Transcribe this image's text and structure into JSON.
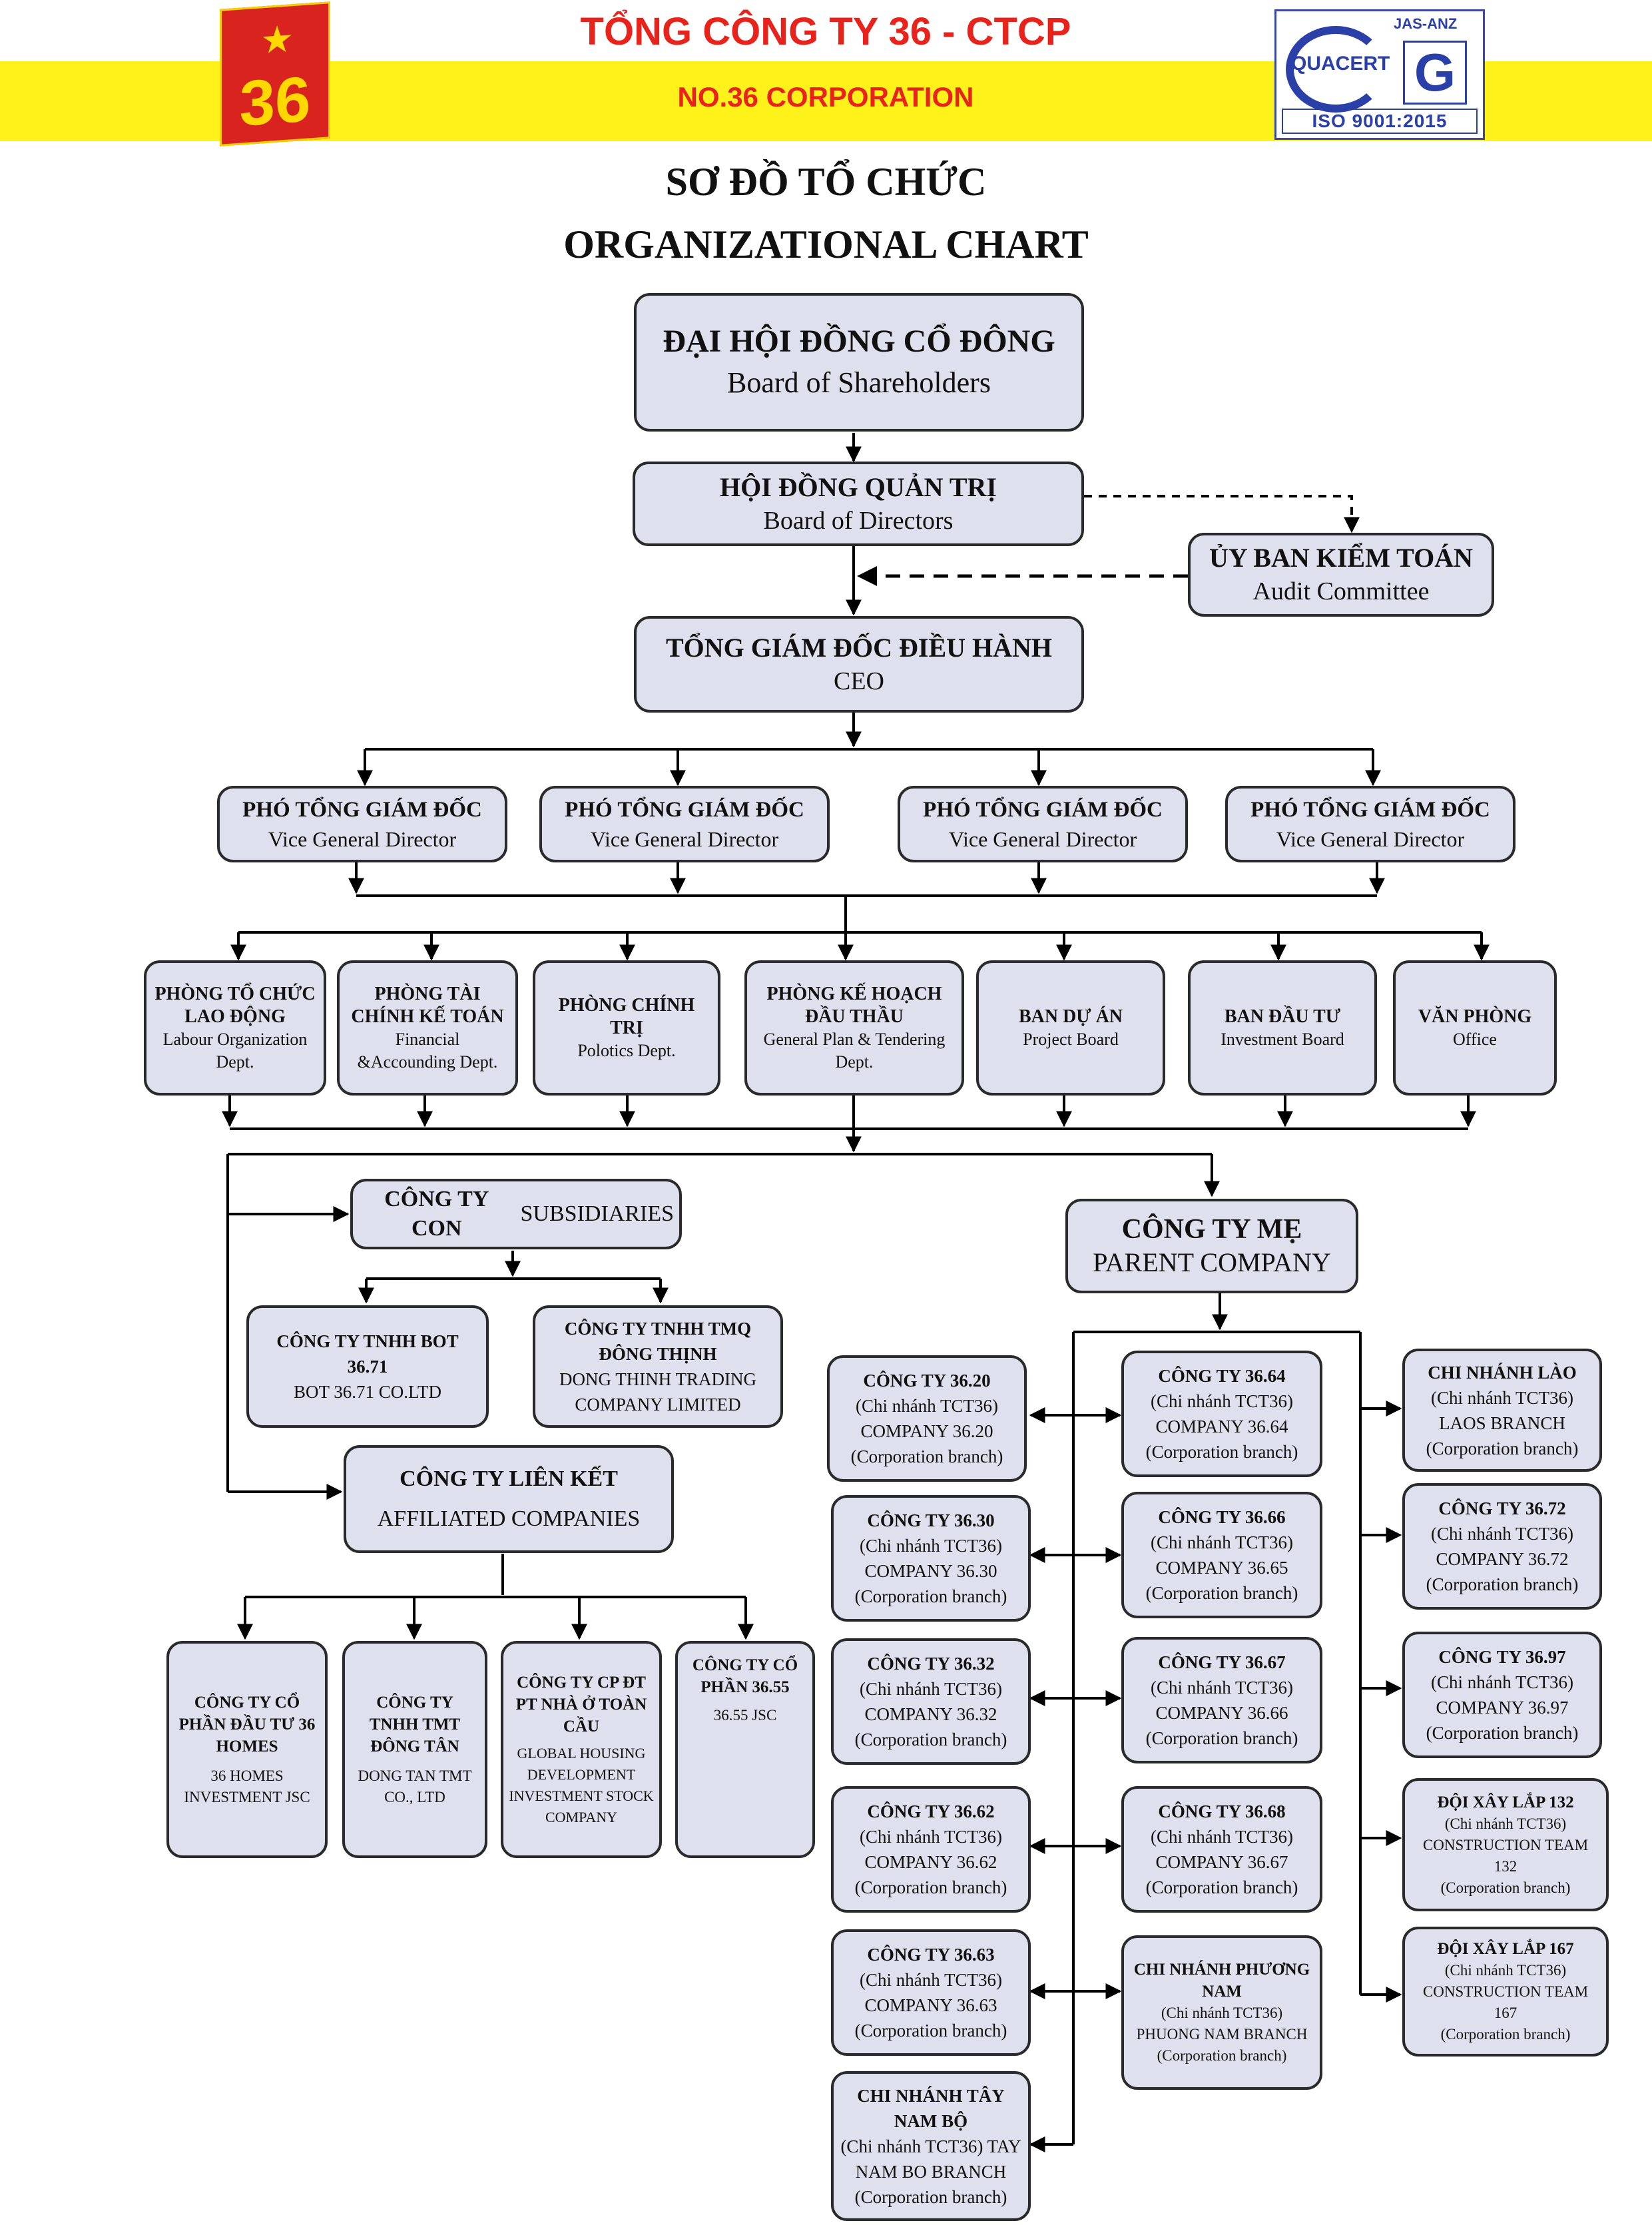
{
  "header": {
    "logo_number": "36",
    "company_vn": "TỔNG CÔNG TY 36 - CTCP",
    "company_en": "NO.36 CORPORATION",
    "cert_brand": "QUACERT",
    "cert_accreditor": "JAS-ANZ",
    "cert_standard": "ISO 9001:2015",
    "band_color": "#fff21a",
    "brand_red": "#d9231e"
  },
  "title": {
    "vn": "SƠ ĐỒ TỔ CHỨC",
    "en": "ORGANIZATIONAL CHART"
  },
  "style": {
    "box_fill": "#dfe0ee",
    "line_color": "#000000"
  },
  "nodes": {
    "shareholders": {
      "vn": "ĐẠI HỘI ĐỒNG CỔ ĐÔNG",
      "en": "Board of Shareholders"
    },
    "directors": {
      "vn": "HỘI ĐỒNG QUẢN TRỊ",
      "en": "Board of Directors"
    },
    "audit": {
      "vn": "ỦY BAN KIỂM TOÁN",
      "en": "Audit Committee"
    },
    "ceo": {
      "vn": "TỔNG GIÁM ĐỐC ĐIỀU HÀNH",
      "en": "CEO"
    },
    "vgd": [
      {
        "vn": "PHÓ TỔNG GIÁM ĐỐC",
        "en": "Vice General Director"
      },
      {
        "vn": "PHÓ TỔNG GIÁM ĐỐC",
        "en": "Vice General Director"
      },
      {
        "vn": "PHÓ TỔNG GIÁM ĐỐC",
        "en": "Vice General Director"
      },
      {
        "vn": "PHÓ TỔNG GIÁM ĐỐC",
        "en": "Vice General Director"
      }
    ],
    "depts": [
      {
        "vn": "PHÒNG TỔ CHỨC LAO ĐỘNG",
        "en": "Labour Organization Dept."
      },
      {
        "vn": "PHÒNG TÀI CHÍNH KẾ TOÁN",
        "en": "Financial &Accounding Dept."
      },
      {
        "vn": "PHÒNG CHÍNH TRỊ",
        "en": "Polotics Dept."
      },
      {
        "vn": "PHÒNG KẾ HOẠCH ĐẦU THẦU",
        "en": "General Plan & Tendering Dept."
      },
      {
        "vn": "BAN DỰ ÁN",
        "en": "Project Board"
      },
      {
        "vn": "BAN ĐẦU TƯ",
        "en": "Investment Board"
      },
      {
        "vn": "VĂN PHÒNG",
        "en": "Office"
      }
    ],
    "subsidiaries": {
      "vn": "CÔNG TY CON",
      "en": "SUBSIDIARIES"
    },
    "sub_items": [
      {
        "vn": "CÔNG TY TNHH BOT 36.71",
        "en": "BOT 36.71 CO.LTD"
      },
      {
        "vn": "CÔNG TY TNHH TMQ ĐÔNG THỊNH",
        "en": "DONG THINH TRADING COMPANY LIMITED"
      }
    ],
    "affiliated": {
      "vn": "CÔNG TY LIÊN KẾT",
      "en": "AFFILIATED COMPANIES"
    },
    "aff_items": [
      {
        "vn": "CÔNG TY CỔ PHẦN ĐẦU TƯ 36 HOMES",
        "en": "36 HOMES INVESTMENT JSC"
      },
      {
        "vn": "CÔNG TY TNHH TMT ĐÔNG TÂN",
        "en": "DONG TAN TMT CO., LTD"
      },
      {
        "vn": "CÔNG TY CP ĐT PT NHÀ Ở TOÀN CẦU",
        "en": "GLOBAL HOUSING DEVELOPMENT INVESTMENT STOCK COMPANY"
      },
      {
        "vn": "CÔNG TY CỔ PHẦN 36.55",
        "en": "36.55 JSC"
      }
    ],
    "parent": {
      "vn": "CÔNG TY MẸ",
      "en": "PARENT COMPANY"
    },
    "left_branches": [
      {
        "vn": "CÔNG TY 36.20",
        "l1": "(Chi nhánh TCT36)",
        "l2": "COMPANY 36.20",
        "l3": "(Corporation branch)"
      },
      {
        "vn": "CÔNG TY 36.30",
        "l1": "(Chi nhánh TCT36)",
        "l2": "COMPANY 36.30",
        "l3": "(Corporation branch)"
      },
      {
        "vn": "CÔNG TY 36.32",
        "l1": "(Chi nhánh TCT36)",
        "l2": "COMPANY 36.32",
        "l3": "(Corporation branch)"
      },
      {
        "vn": "CÔNG TY 36.62",
        "l1": "(Chi nhánh TCT36)",
        "l2": "COMPANY 36.62",
        "l3": "(Corporation branch)"
      },
      {
        "vn": "CÔNG TY 36.63",
        "l1": "(Chi nhánh TCT36)",
        "l2": "COMPANY 36.63",
        "l3": "(Corporation branch)"
      },
      {
        "vn": "CHI NHÁNH TÂY NAM BỘ",
        "l1": "(Chi nhánh TCT36) TAY NAM BO BRANCH",
        "l2": "",
        "l3": "(Corporation branch)"
      }
    ],
    "mid_branches": [
      {
        "vn": "CÔNG TY 36.64",
        "l1": "(Chi nhánh TCT36)",
        "l2": "COMPANY 36.64",
        "l3": "(Corporation branch)"
      },
      {
        "vn": "CÔNG TY 36.66",
        "l1": "(Chi nhánh TCT36)",
        "l2": "COMPANY 36.65",
        "l3": "(Corporation branch)"
      },
      {
        "vn": "CÔNG TY 36.67",
        "l1": "(Chi nhánh TCT36)",
        "l2": "COMPANY 36.66",
        "l3": "(Corporation branch)"
      },
      {
        "vn": "CÔNG TY 36.68",
        "l1": "(Chi nhánh TCT36)",
        "l2": "COMPANY 36.67",
        "l3": "(Corporation branch)"
      },
      {
        "vn": "CHI NHÁNH PHƯƠNG NAM",
        "l1": "(Chi nhánh TCT36) PHUONG NAM BRANCH",
        "l2": "",
        "l3": "(Corporation branch)"
      }
    ],
    "right_branches": [
      {
        "vn": "CHI NHÁNH LÀO",
        "l1": "(Chi nhánh TCT36)",
        "l2": "LAOS BRANCH",
        "l3": "(Corporation branch)"
      },
      {
        "vn": "CÔNG TY 36.72",
        "l1": "(Chi nhánh TCT36)",
        "l2": "COMPANY 36.72",
        "l3": "(Corporation branch)"
      },
      {
        "vn": "CÔNG TY 36.97",
        "l1": "(Chi nhánh TCT36)",
        "l2": "COMPANY 36.97",
        "l3": "(Corporation branch)"
      },
      {
        "vn": "ĐỘI XÂY LẮP 132",
        "l1": "(Chi nhánh TCT36)",
        "l2": "CONSTRUCTION TEAM 132",
        "l3": "(Corporation branch)"
      },
      {
        "vn": "ĐỘI XÂY LẮP 167",
        "l1": "(Chi nhánh TCT36)",
        "l2": "CONSTRUCTION TEAM 167",
        "l3": "(Corporation branch)"
      }
    ]
  }
}
